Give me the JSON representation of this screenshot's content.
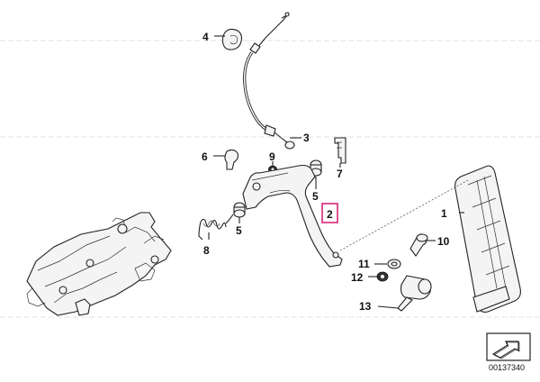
{
  "diagram": {
    "callouts": [
      {
        "id": "c4",
        "text": "4"
      },
      {
        "id": "c3",
        "text": "3"
      },
      {
        "id": "c6",
        "text": "6"
      },
      {
        "id": "c9",
        "text": "9"
      },
      {
        "id": "c7",
        "text": "7"
      },
      {
        "id": "c5a",
        "text": "5"
      },
      {
        "id": "c2",
        "text": "2"
      },
      {
        "id": "c1",
        "text": "1"
      },
      {
        "id": "c8",
        "text": "8"
      },
      {
        "id": "c5b",
        "text": "5"
      },
      {
        "id": "c10",
        "text": "10"
      },
      {
        "id": "c11",
        "text": "11"
      },
      {
        "id": "c12",
        "text": "12"
      },
      {
        "id": "c13",
        "text": "13"
      }
    ],
    "highlighted_part": "2",
    "highlight_color": "#d6257a",
    "diagram_number": "00137340"
  }
}
